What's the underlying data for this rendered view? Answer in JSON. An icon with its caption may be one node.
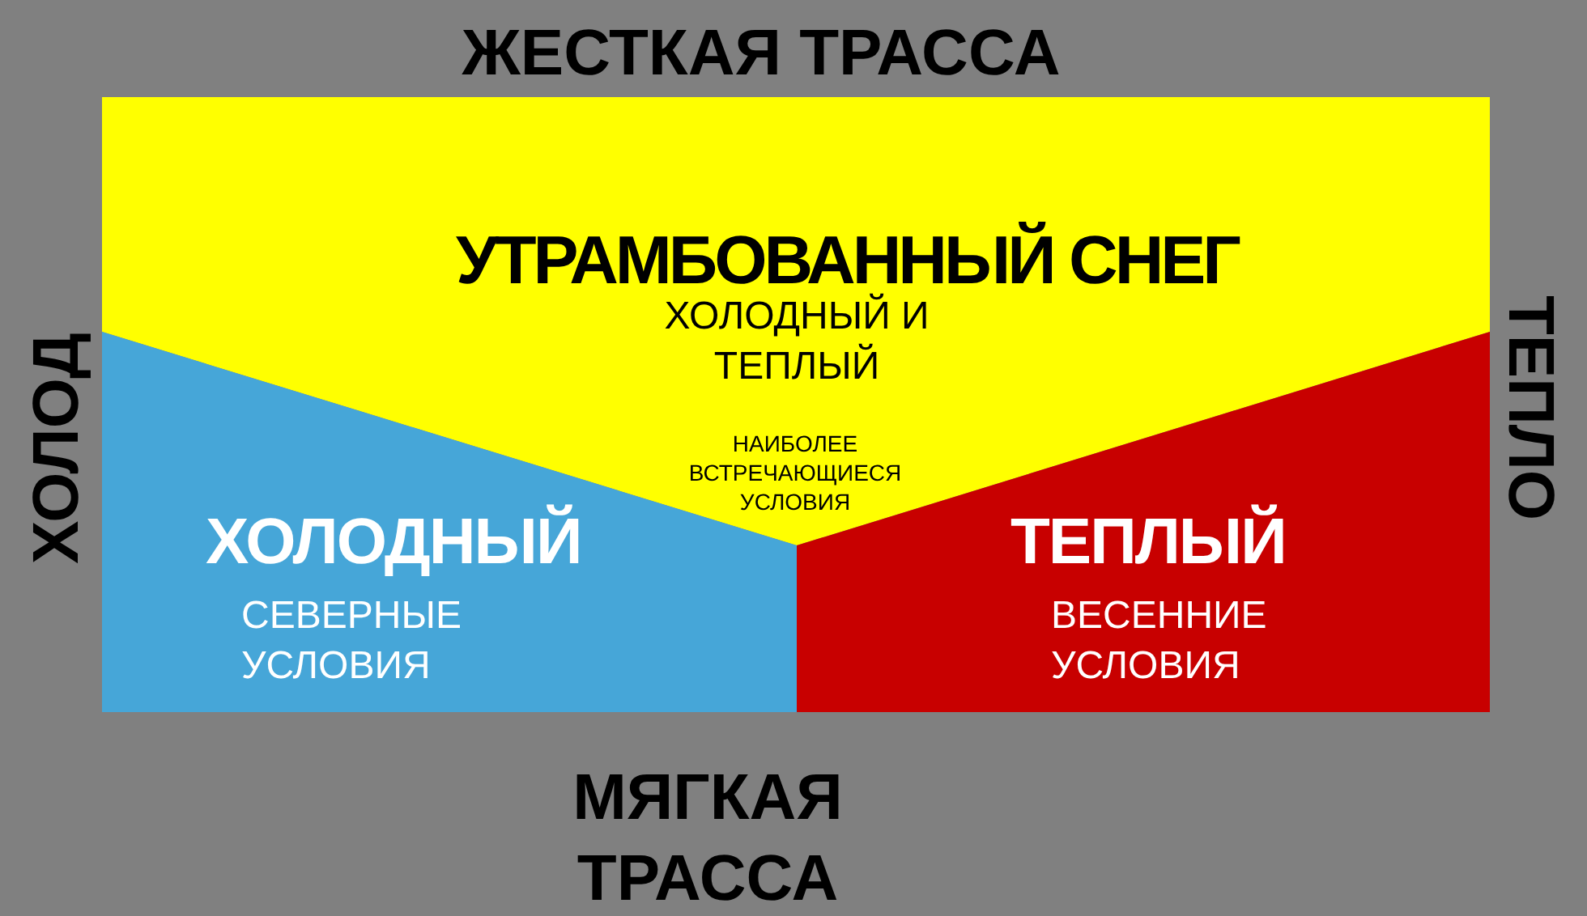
{
  "diagram": {
    "nodes": [
      {
        "text": [
          "УТРАМБОВАННЫЙ СНЕГ",
          "ХОЛОДНЫЙ И ТЕПЛЫЙ",
          "НАИБОЛЕЕ ВСТРЕЧАЮЩИЕСЯ УСЛОВИЯ"
        ]
      },
      {
        "text": [
          "ХОЛОДНЫЙ",
          "СЕВЕРНЫЕ УСЛОВИЯ"
        ]
      },
      {
        "text": [
          "ТЕПЛЫЙ",
          "ВЕСЕННИЕ УСЛОВИЯ"
        ]
      }
    ],
    "edges": [],
    "labels": [
      "ЖЕСТКАЯ ТРАССА",
      "ХОЛОД",
      "ТЕПЛО",
      "МЯГКАЯ ТРАССА"
    ]
  }
}
